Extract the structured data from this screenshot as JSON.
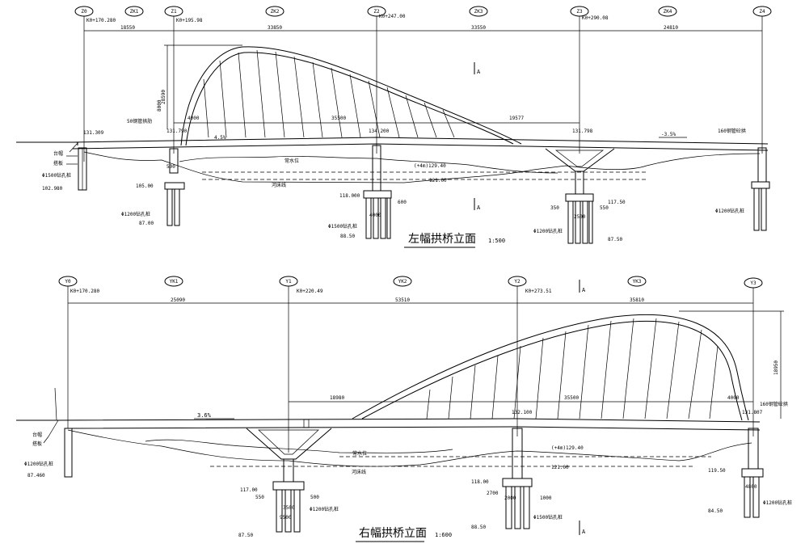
{
  "top_view": {
    "title": "左幅拱桥立面",
    "scale": "1:500",
    "axes": [
      {
        "label": "Z0",
        "station": "K0+170.280"
      },
      {
        "label": "ZK1",
        "station": ""
      },
      {
        "label": "Z1",
        "station": "K0+195.98"
      },
      {
        "label": "ZK2",
        "station": ""
      },
      {
        "label": "Z2",
        "station": "K0+247.00"
      },
      {
        "label": "ZK3",
        "station": ""
      },
      {
        "label": "Z3",
        "station": "K0+290.08"
      },
      {
        "label": "ZK4",
        "station": ""
      },
      {
        "label": "Z4",
        "station": ""
      }
    ],
    "span_dims": [
      "18550",
      "33850",
      "33550",
      "24810"
    ],
    "arch_height": "28590",
    "deck_dims": [
      "4000",
      "35500",
      "19577"
    ],
    "grades": [
      "4.5%",
      "-3.5%"
    ],
    "cross_section_mark": "A",
    "labels": {
      "left_elev": "131.309",
      "z1_elev": "131.790",
      "z2_elev": "134.200",
      "z3_elev": "131.798",
      "z4_note": "160钢管砼拱",
      "pipe_note": "50钢管拱肋",
      "water_1": "常水位",
      "water_2": "(+4m)129.40",
      "water_3": "121.00",
      "bed_label": "河床线",
      "left_pile": "Φ1500钻孔桩",
      "left_bot": "102.980",
      "z1_top": "105.00",
      "z1_pile": "Φ1200钻孔桩",
      "z1_bot": "87.00",
      "z2_top": "118.000",
      "z2_pile": "Φ1500钻孔桩",
      "z2_bot": "88.50",
      "z3_top": "117.50",
      "z3_pile": "Φ1200钻孔桩",
      "z3_bot": "87.50",
      "z4_pile": "Φ1200钻孔桩",
      "dim_600": "600",
      "dim_550": "550",
      "dim_350": "350",
      "dim_2500": "2500",
      "dim_4000": "4000",
      "dim_500": "500",
      "abut_1": "台帽",
      "abut_2": "搭板",
      "h_8000": "8000"
    }
  },
  "bottom_view": {
    "title": "右幅拱桥立面",
    "scale": "1:600",
    "axes": [
      {
        "label": "Y0",
        "station": "K0+170.280"
      },
      {
        "label": "YK1",
        "station": ""
      },
      {
        "label": "Y1",
        "station": "K0+220.49"
      },
      {
        "label": "YK2",
        "station": ""
      },
      {
        "label": "Y2",
        "station": "K0+273.51"
      },
      {
        "label": "YK3",
        "station": ""
      },
      {
        "label": "Y3",
        "station": ""
      }
    ],
    "span_dims": [
      "25090",
      "53510",
      "35810"
    ],
    "arch_height": "18950",
    "deck_dims": [
      "18980",
      "35500",
      "4000"
    ],
    "grade": "3.6%",
    "cross_section_mark": "A",
    "labels": {
      "y2_elev": "132.100",
      "y3_elev": "131.807",
      "y3_note": "160钢管砼拱",
      "water_1": "常水位",
      "water_2": "(+4m)129.40",
      "water_3": "121.00",
      "bed_label": "河床线",
      "left_pile": "Φ1200钻孔桩",
      "left_bot": "87.460",
      "y1_top": "117.00",
      "y1_pile": "Φ1200钻孔桩",
      "y1_bot": "87.50",
      "y2_top": "118.00",
      "y2_pile": "Φ1500钻孔桩",
      "y2_bot": "88.50",
      "y3_top": "119.50",
      "y3_pile": "Φ1200钻孔桩",
      "y3_bot": "84.50",
      "dim_550": "550",
      "dim_500": "500",
      "dim_3500": "3500",
      "dim_2000": "2000",
      "dim_1000": "1000",
      "dim_2700": "2700",
      "dim_9500": "9500",
      "dim_4800": "4800",
      "abut_1": "台帽",
      "abut_2": "搭板"
    }
  },
  "colors": {
    "line": "#000000",
    "background": "#ffffff"
  }
}
